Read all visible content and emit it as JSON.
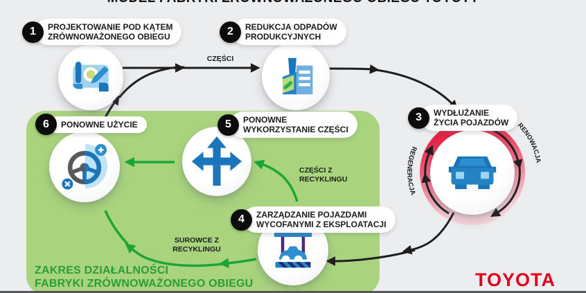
{
  "title": "MODEL FABRYKI ZRÓWNOWAŻONEGO OBIEGU TOYOTY",
  "brand": "TOYOTA",
  "green_zone": {
    "label": "ZAKRES DZIAŁALNOŚCI\nFABRYKI ZRÓWNOWAŻONEGO OBIEGU"
  },
  "steps": [
    {
      "number": "1",
      "label": "PROJEKTOWANIE POD KĄTEM\nZRÓWNOWAŻONEGO OBIEGU",
      "icon": "blueprint-design-icon"
    },
    {
      "number": "2",
      "label": "REDUKCJA ODPADÓW\nPRODUKCYJNYCH",
      "icon": "factory-icon"
    },
    {
      "number": "3",
      "label": "WYDŁUŻANIE\nŻYCIA POJAZDÓW",
      "icon": "car-front-icon"
    },
    {
      "number": "4",
      "label": "ZARZĄDZANIE POJAZDAMI\nWYCOFANYMI Z EKSPLOATACJI",
      "icon": "car-lift-icon"
    },
    {
      "number": "5",
      "label": "PONOWNE\nWYKORZYSTANIE CZĘŚCI",
      "icon": "four-way-arrows-icon"
    },
    {
      "number": "6",
      "label": "PONOWNE UŻYCIE",
      "icon": "steering-wheel-icon"
    }
  ],
  "flow_labels": {
    "parts": "CZĘŚCI",
    "recycled_parts": "CZĘŚCI Z\nRECYKLINGU",
    "recycled_materials": "SUROWCE Z\nRECYKLINGU",
    "renovation": "RENOWACJA",
    "regeneration": "REGENERACJA"
  },
  "colors": {
    "background": "#ECEDEF",
    "zone_green": "#A9D47D",
    "arrow_green": "#1CA638",
    "text_green": "#2B9C3B",
    "black_arrow": "#1E1E1E",
    "badge_black": "#0C0C0C",
    "ring_red": "#E2052B",
    "ring_pink": "#F9D3DB",
    "toyota_red": "#E1001E",
    "icon_blue_dark": "#1B75BB",
    "icon_blue_mid": "#2E8FD0",
    "icon_blue_light": "#9FD3F2"
  }
}
